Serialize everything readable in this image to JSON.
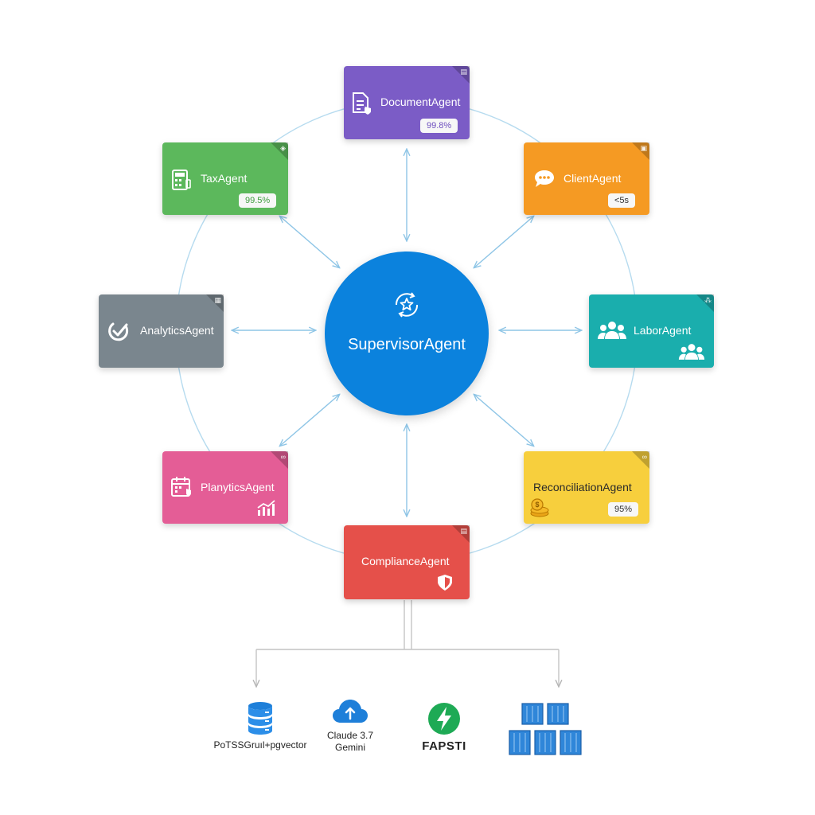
{
  "hub": {
    "label": "SupervisorAgent",
    "color": "#0b82dd",
    "icon": "refresh-star-icon"
  },
  "agents": {
    "document": {
      "label": "DocumentAgent",
      "badge": "99.8%",
      "color": "#7b5cc6",
      "icon": "document-icon"
    },
    "client": {
      "label": "ClientAgent",
      "badge": "<5s",
      "color": "#f59a23",
      "icon": "chat-icon"
    },
    "labor": {
      "label": "LaborAgent",
      "color": "#1aaead",
      "icon": "people-icon"
    },
    "reconciliation": {
      "label": "ReconciliationAgent",
      "badge": "95%",
      "color": "#f7cf3d",
      "icon": "coins-icon"
    },
    "compliance": {
      "label": "ComplianceAgent",
      "color": "#e5504a",
      "icon": "shield-icon"
    },
    "planytics": {
      "label": "PlanyticsAgent",
      "color": "#e45d96",
      "icon": "calendar-icon"
    },
    "analytics": {
      "label": "AnalyticsAgent",
      "color": "#7a868e",
      "icon": "gauge-icon"
    },
    "tax": {
      "label": "TaxAgent",
      "badge": "99.5%",
      "color": "#5cb85c",
      "icon": "calculator-icon"
    }
  },
  "tech": {
    "database": {
      "label": "PoTSSGruıl+pgvector",
      "icon": "database-icon"
    },
    "llm": {
      "line1": "Claude 3.7",
      "line2": "Gemini",
      "icon": "cloud-icon"
    },
    "api": {
      "label": "FAPSTI",
      "icon": "bolt-icon"
    },
    "containers": {
      "icon": "cubes-icon"
    }
  }
}
